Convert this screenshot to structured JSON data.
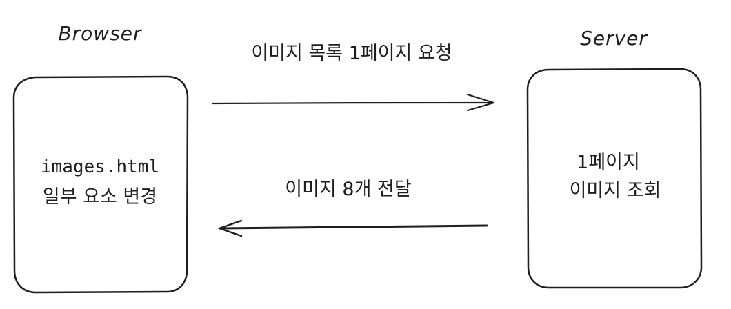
{
  "browser": {
    "title": "Browser",
    "line1": "images.html",
    "line2": "일부 요소 변경"
  },
  "server": {
    "title": "Server",
    "line1": "1페이지",
    "line2": "이미지 조회"
  },
  "request": {
    "label": "이미지 목록 1페이지 요청"
  },
  "response": {
    "label": "이미지 8개 전달"
  },
  "colors": {
    "stroke": "#1e1e1e",
    "background": "#ffffff"
  }
}
